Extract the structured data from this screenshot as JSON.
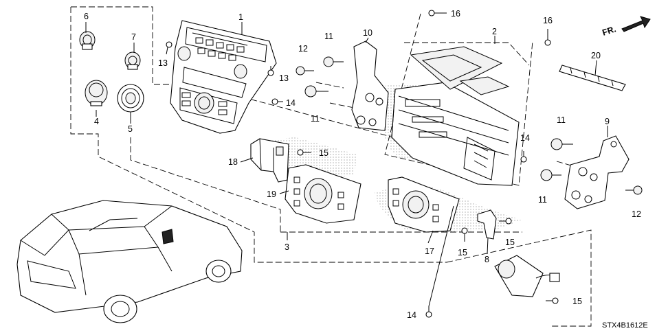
{
  "diagram": {
    "drawing_code": "STX4B1612E",
    "front_arrow_label": "FR.",
    "callouts": {
      "p1": "1",
      "p2": "2",
      "p3": "3",
      "p4": "4",
      "p5": "5",
      "p6": "6",
      "p7": "7",
      "p8": "8",
      "p9": "9",
      "p10": "10",
      "p17": "17",
      "p18": "18",
      "p19": "19",
      "p20": "20",
      "p11a": "11",
      "p11b": "11",
      "p11c": "11",
      "p11d": "11",
      "p12a": "12",
      "p12b": "12",
      "p13a": "13",
      "p13b": "13",
      "p14a": "14",
      "p14b": "14",
      "p14c": "14",
      "p15a": "15",
      "p15b": "15",
      "p15c": "15",
      "p15d": "15",
      "p16a": "16",
      "p16b": "16"
    },
    "parts": [
      {
        "name": "bezel-assembly-icon"
      },
      {
        "name": "audio-unit-icon"
      },
      {
        "name": "knob-icon"
      },
      {
        "name": "screw-icon"
      },
      {
        "name": "bracket-icon"
      },
      {
        "name": "vehicle-icon"
      }
    ]
  }
}
